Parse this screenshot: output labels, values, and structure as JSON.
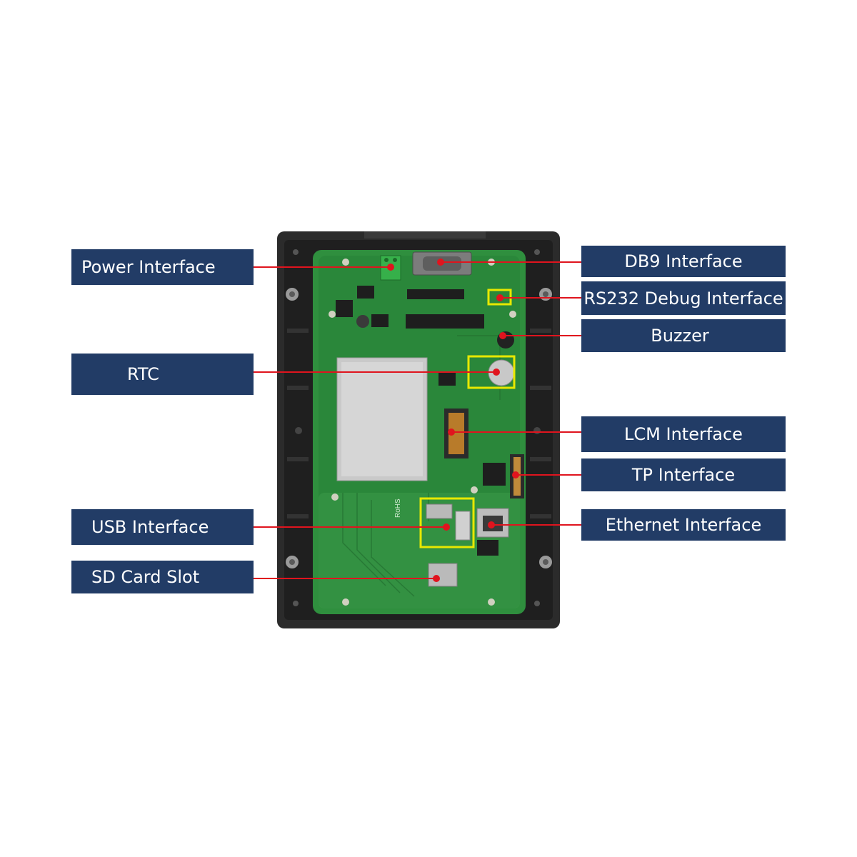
{
  "labels": {
    "power": "Power Interface",
    "rtc": "RTC",
    "usb": "USB Interface",
    "sd": "SD Card Slot",
    "db9": "DB9 Interface",
    "rs232": "RS232 Debug Interface",
    "buzzer": "Buzzer",
    "lcm": "LCM Interface",
    "tp": "TP Interface",
    "ethernet": "Ethernet Interface"
  },
  "board_marking": "RoHS",
  "colors": {
    "label_bg": "#223c66",
    "label_text": "#ffffff",
    "leader_line": "#e0141e",
    "marker": "#e0141e",
    "highlight_box": "#e8e800",
    "pcb": "#2a8a3a",
    "enclosure": "#2a2a2a"
  }
}
